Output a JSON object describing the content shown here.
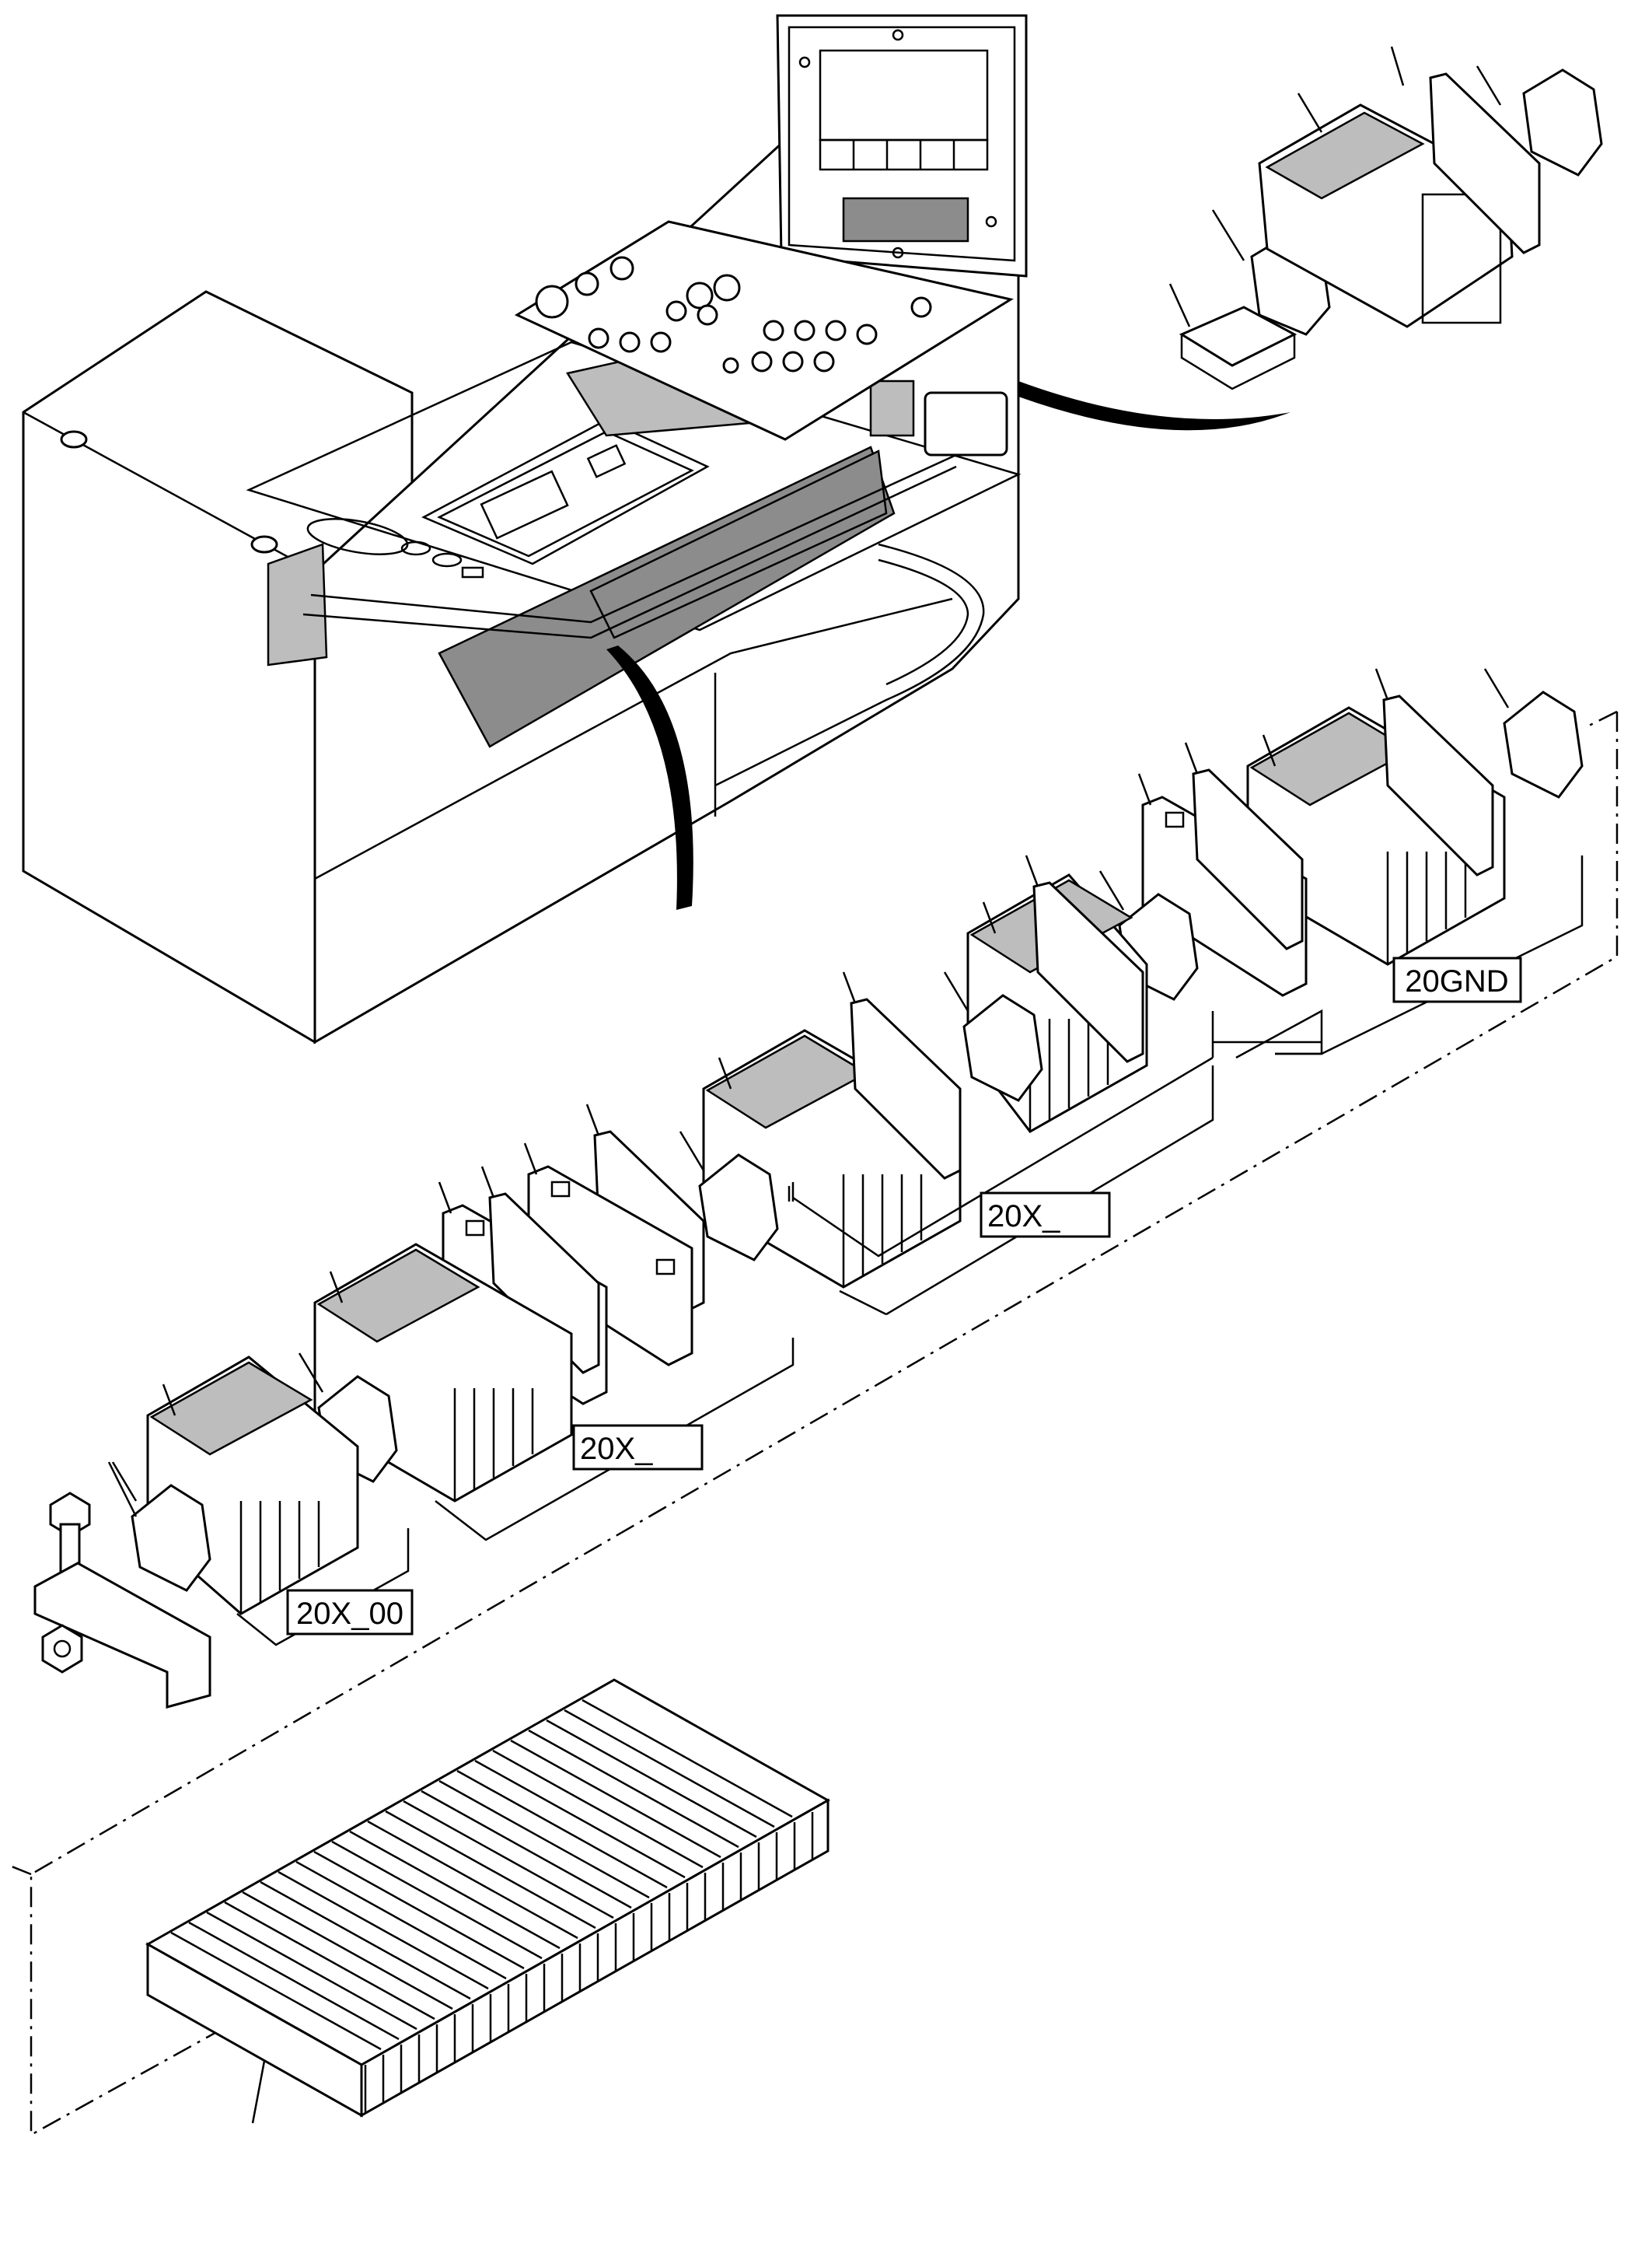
{
  "labels": {
    "gnd": "20GND",
    "x_upper": "20X_",
    "x_lower": "20X_",
    "x00": "20X_00"
  }
}
